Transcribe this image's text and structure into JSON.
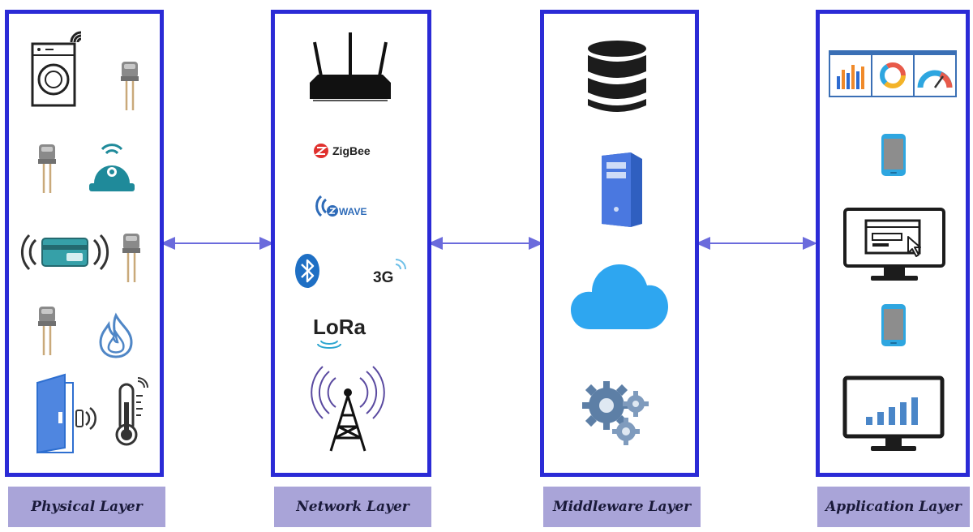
{
  "layers": [
    {
      "label": "Physical Layer"
    },
    {
      "label": "Network Layer"
    },
    {
      "label": "Middleware Layer"
    },
    {
      "label": "Application Layer"
    }
  ],
  "network_labels": {
    "zigbee": "ZigBee",
    "zwave": "WAVE",
    "cellular": "3G",
    "lora": "LoRa"
  },
  "colors": {
    "border": "#2b2bd6",
    "label_bg": "#a9a4d8",
    "connector": "#6b6bdc",
    "teal": "#1f8a9a",
    "cloud": "#2ea6f0",
    "server": "#4a78e0"
  }
}
